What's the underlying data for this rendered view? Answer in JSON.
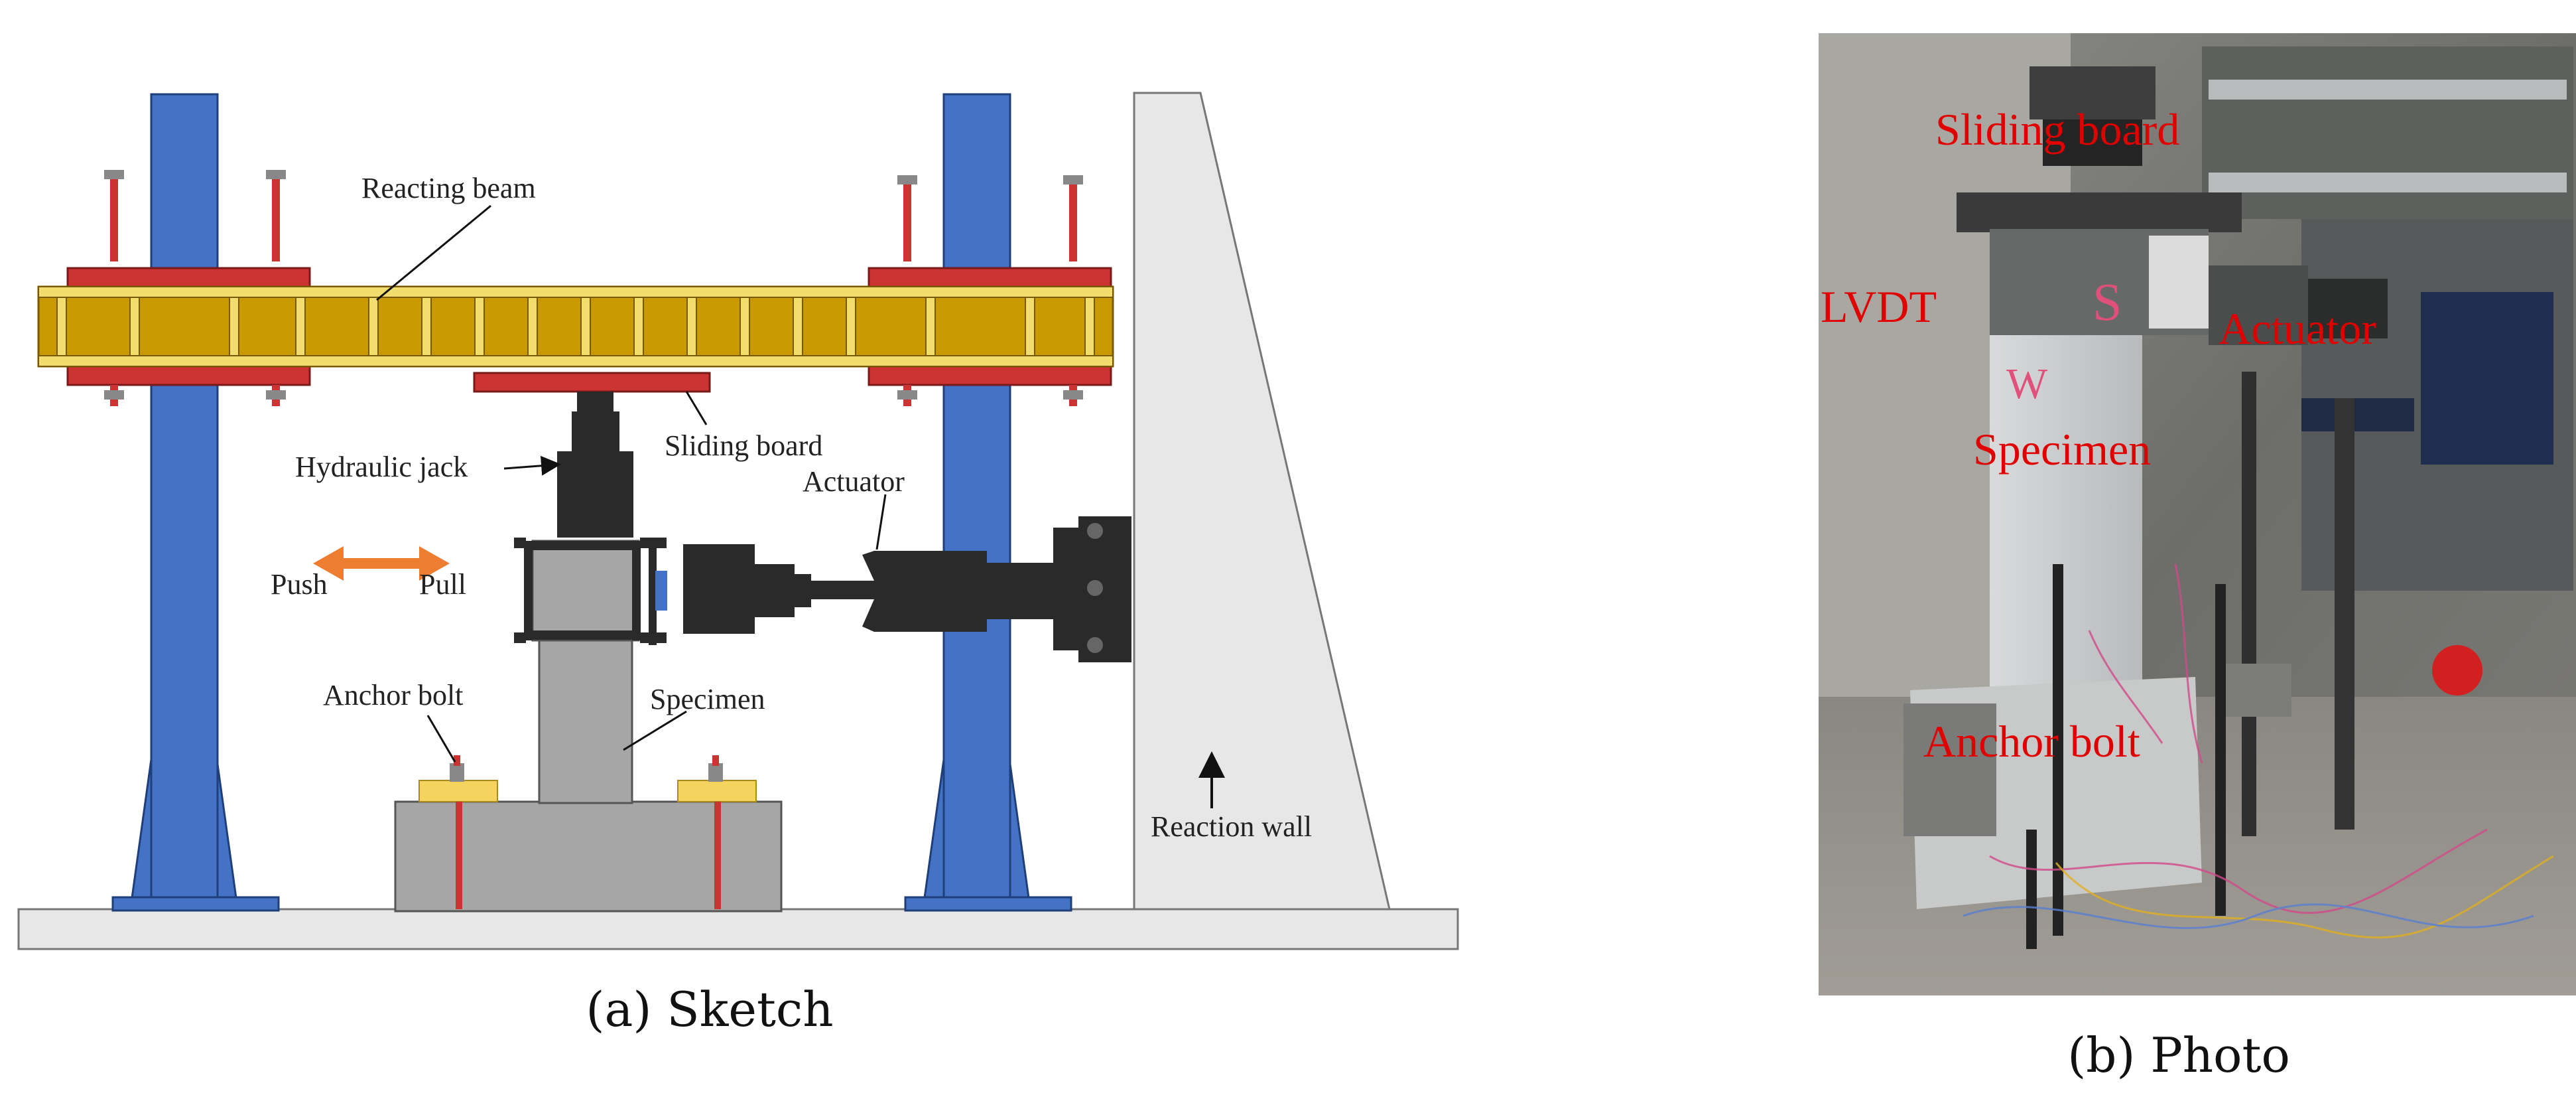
{
  "sketch": {
    "caption": "(a) Sketch",
    "labels": {
      "reacting_beam": "Reacting beam",
      "sliding_board": "Sliding board",
      "hydraulic_jack": "Hydraulic jack",
      "actuator": "Actuator",
      "push": "Push",
      "pull": "Pull",
      "anchor_bolt": "Anchor bolt",
      "specimen": "Specimen",
      "reaction_wall": "Reaction wall"
    },
    "colors": {
      "column": "#4472c4",
      "beam": "#c99a00",
      "beam_stripe": "#f2de6e",
      "rod": "#cc3333",
      "steel_dark": "#2a2a2a",
      "specimen": "#a6a6a6",
      "anchor_plate": "#f4d35e",
      "arrow": "#ed7d31",
      "wall": "#e7e7e7"
    }
  },
  "photo": {
    "caption": "(b) Photo",
    "labels": {
      "sliding_board": "Sliding board",
      "lvdt": "LVDT",
      "actuator": "Actuator",
      "specimen": "Specimen",
      "anchor_bolt": "Anchor bolt",
      "face_s": "S",
      "face_w": "W"
    },
    "label_color": "#e00000"
  }
}
